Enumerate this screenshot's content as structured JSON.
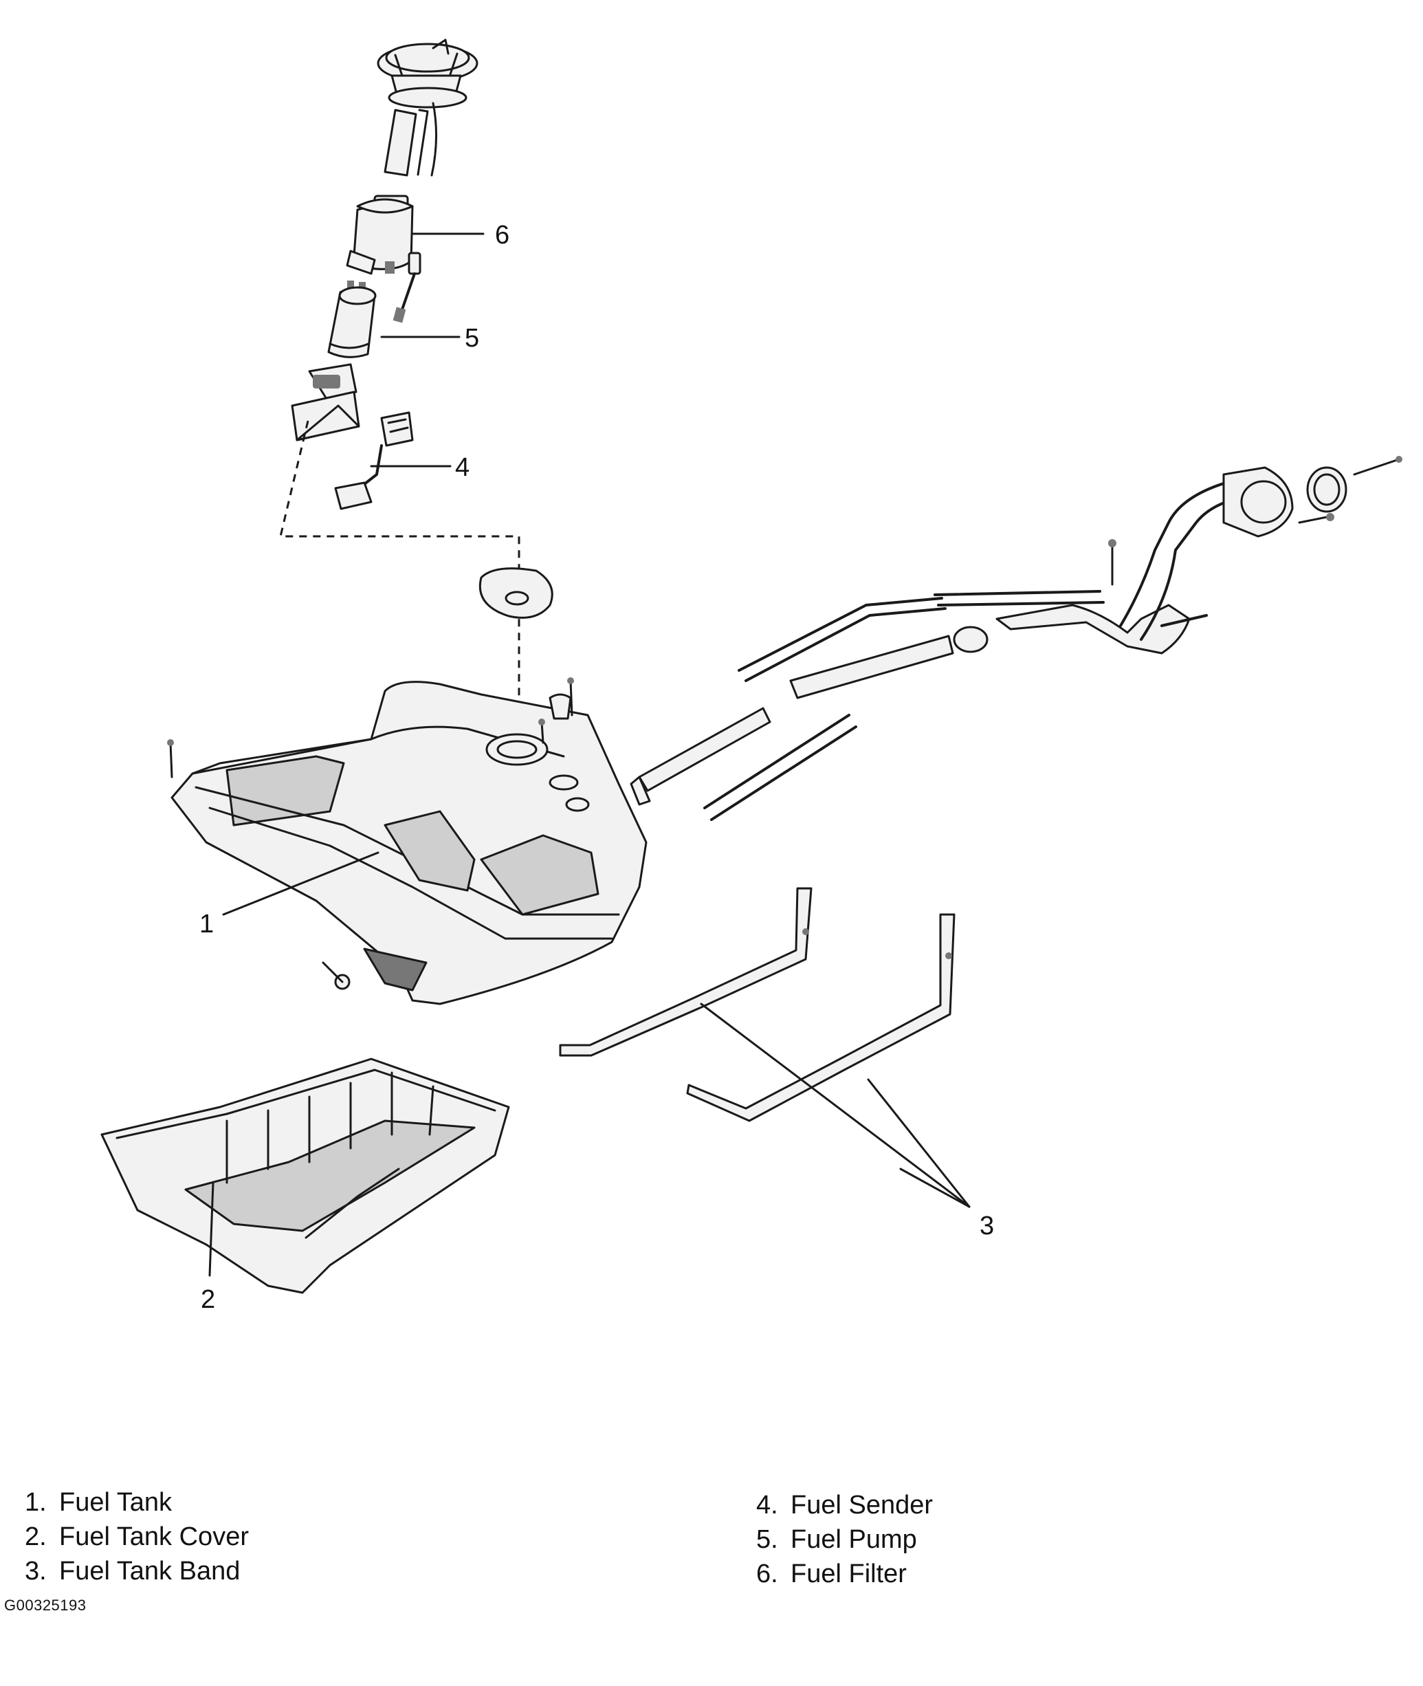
{
  "callouts": [
    "1",
    "2",
    "3",
    "4",
    "5",
    "6"
  ],
  "legend": [
    {
      "num": "1.",
      "label": "Fuel Tank"
    },
    {
      "num": "2.",
      "label": "Fuel Tank Cover"
    },
    {
      "num": "3.",
      "label": "Fuel Tank Band"
    },
    {
      "num": "4.",
      "label": "Fuel Sender"
    },
    {
      "num": "5.",
      "label": "Fuel Pump"
    },
    {
      "num": "6.",
      "label": "Fuel Filter"
    }
  ],
  "figure_code": "G00325193"
}
